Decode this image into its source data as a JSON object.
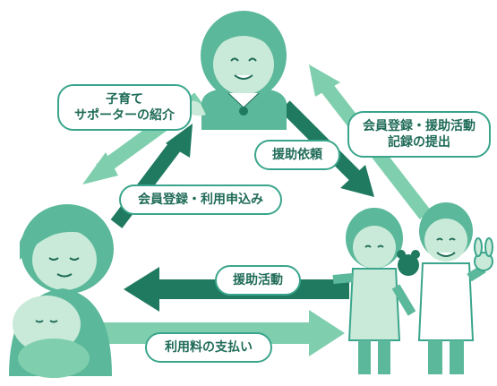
{
  "colors": {
    "light_arrow": "#7fcfae",
    "dark_arrow": "#1f7a60",
    "figure_fill": "#5bb89a",
    "figure_light": "#c9ead8",
    "label_border": "#3aa58c",
    "label_text": "#1f6b57"
  },
  "labels": {
    "supporter_intro_line1": "子育て",
    "supporter_intro_line2": "サポーターの紹介",
    "member_registration_use": "会員登録・利用申込み",
    "assistance_request": "援助依頼",
    "member_registration_activity_line1": "会員登録・援助活動",
    "member_registration_activity_line2": "記録の提出",
    "assistance_activity": "援助活動",
    "fee_payment": "利用料の支払い"
  },
  "figures": {
    "coordinator": "coordinator-woman-figure",
    "parent": "parent-with-baby-figure",
    "supporters": "child-care-supporters-figure"
  }
}
